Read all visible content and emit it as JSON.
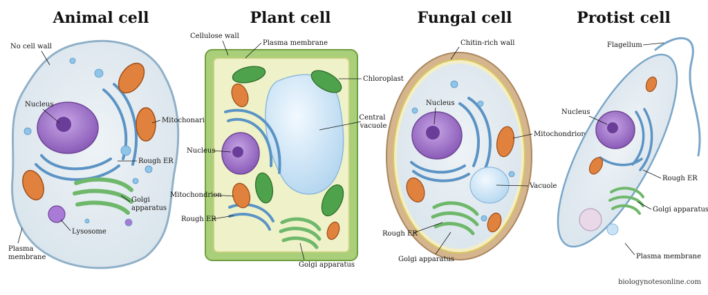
{
  "panels": [
    {
      "title": "Animal cell",
      "labels": {
        "no_cell_wall": "No cell wall",
        "nucleus": "Nucleus",
        "mitochondrion": "Mitochonarion",
        "rough_er": "Rough ER",
        "golgi": "Golgi\napparatus",
        "lysosome": "Lysosome",
        "plasma_membrane": "Plasma\nmembrane"
      }
    },
    {
      "title": "Plant cell",
      "labels": {
        "cellulose_wall": "Cellulose wall",
        "plasma_membrane": "Plasma membrane",
        "chloroplast": "Chloroplast",
        "central_vacuole": "Central\nvacuole",
        "nucleus": "Nucleus",
        "mitochondrion": "Mitochondrion",
        "rough_er": "Rough ER",
        "golgi": "Golgi apparatus"
      }
    },
    {
      "title": "Fungal cell",
      "labels": {
        "chitin_wall": "Chitin-rich wall",
        "nucleus": "Nucleus",
        "mitochondrion": "Mitochondrion",
        "vacuole": "Vacuole",
        "rough_er": "Rough ER",
        "golgi": "Golgi apparatus"
      }
    },
    {
      "title": "Protist cell",
      "labels": {
        "flagellum": "Flagellum",
        "nucleus": "Nucleus",
        "rough_er": "Rough ER",
        "golgi": "Golgi apparatus",
        "plasma_membrane": "Plasma membrane"
      }
    }
  ],
  "credit": "biologynotesonline.com",
  "colors": {
    "cytoplasm": "#e4ecf1",
    "nucleus": "#9a6fc4",
    "er": "#5b93c4",
    "golgi": "#6fb86b",
    "mito": "#e0823d",
    "chloroplast": "#4ea24b",
    "vacuole": "#c9e3f4",
    "plant_wall": "#a9cf7a",
    "fungal_wall": "#d5b58d"
  }
}
